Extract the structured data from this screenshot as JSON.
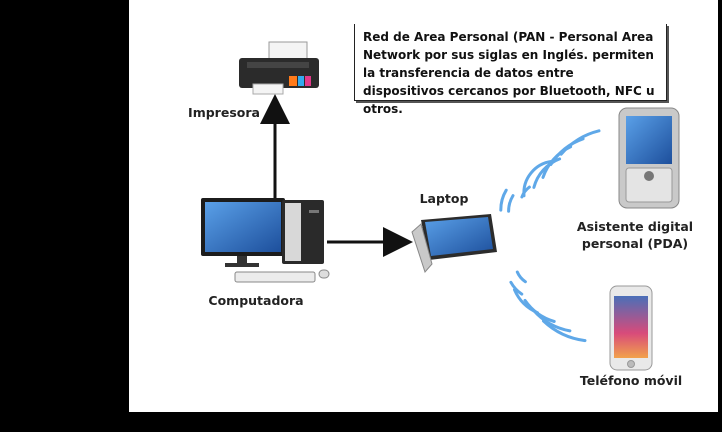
{
  "note": "Red de Area Personal (PAN - Personal Area Network por sus siglas en Inglés. permiten la transferencia de datos entre dispositivos cercanos por Bluetooth, NFC u otros.",
  "labels": {
    "printer": "Impresora",
    "computer": "Computadora",
    "laptop": "Laptop",
    "pda": "Asistente digital personal (PDA)",
    "phone": "Teléfono móvil"
  },
  "icons": [
    "printer-icon",
    "desktop-computer-icon",
    "laptop-icon",
    "pda-icon",
    "smartphone-icon",
    "wireless-signal-icon"
  ],
  "colors": {
    "background": "#000000",
    "panel": "#ffffff",
    "arrow": "#111111",
    "waves": "#5fa8e8"
  }
}
